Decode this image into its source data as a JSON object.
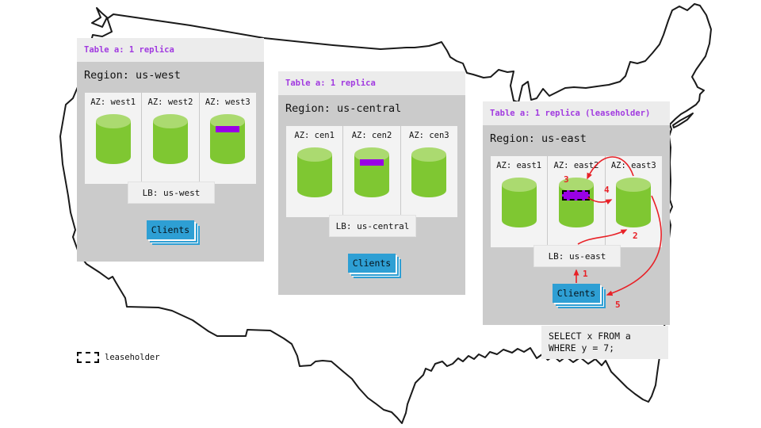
{
  "regions": [
    {
      "table_label": "Table a: 1 replica",
      "region_label": "Region: us-west",
      "azs": [
        {
          "label": "AZ: west1",
          "has_replica_band": false,
          "is_leaseholder": false
        },
        {
          "label": "AZ: west2",
          "has_replica_band": false,
          "is_leaseholder": false
        },
        {
          "label": "AZ: west3",
          "has_replica_band": true,
          "is_leaseholder": false
        }
      ],
      "lb_label": "LB: us-west",
      "clients_label": "Clients"
    },
    {
      "table_label": "Table a: 1 replica",
      "region_label": "Region: us-central",
      "azs": [
        {
          "label": "AZ: cen1",
          "has_replica_band": false,
          "is_leaseholder": false
        },
        {
          "label": "AZ: cen2",
          "has_replica_band": true,
          "is_leaseholder": false
        },
        {
          "label": "AZ: cen3",
          "has_replica_band": false,
          "is_leaseholder": false
        }
      ],
      "lb_label": "LB: us-central",
      "clients_label": "Clients"
    },
    {
      "table_label": "Table a: 1 replica (leaseholder)",
      "region_label": "Region: us-east",
      "azs": [
        {
          "label": "AZ: east1",
          "has_replica_band": false,
          "is_leaseholder": false
        },
        {
          "label": "AZ: east2",
          "has_replica_band": true,
          "is_leaseholder": true
        },
        {
          "label": "AZ: east3",
          "has_replica_band": false,
          "is_leaseholder": false
        }
      ],
      "lb_label": "LB: us-east",
      "clients_label": "Clients"
    }
  ],
  "query_box": {
    "lines": [
      "SELECT x FROM a",
      "WHERE y = 7;"
    ]
  },
  "arrow_steps": [
    "1",
    "2",
    "3",
    "4",
    "5"
  ],
  "legend": {
    "label": "leaseholder"
  },
  "colors": {
    "table_label_purple": "#a13ae0",
    "replica_band_purple": "#9900e6",
    "cylinder_green": "#7fc732",
    "cylinder_top_green": "#abda70",
    "clients_blue": "#2e9fd4",
    "arrow_red": "#e82127",
    "panel_gray": "#cbcbcb",
    "header_gray": "#ececec"
  }
}
